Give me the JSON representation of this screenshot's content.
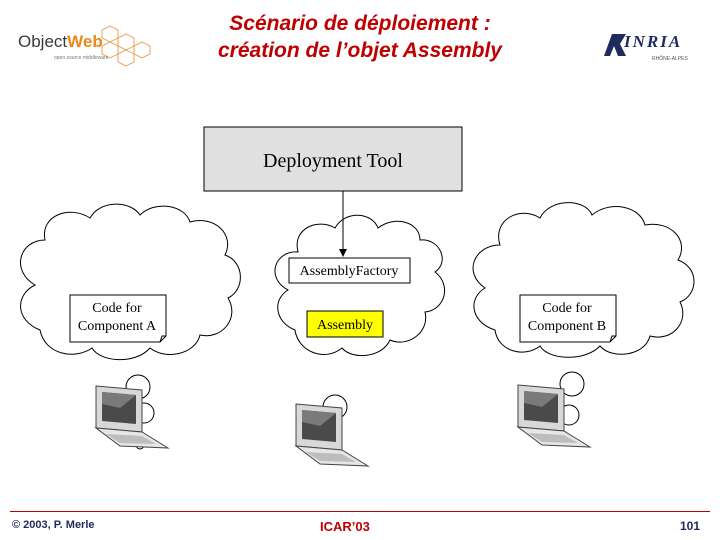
{
  "header": {
    "title_line1": "Scénario de déploiement :",
    "title_line2": "création de l’objet Assembly",
    "logo_left": {
      "prefix": "Object",
      "suffix": "Web",
      "tagline": "open source middleware"
    },
    "logo_right": {
      "name": "INRIA",
      "sub": "RHÔNE-ALPES"
    }
  },
  "diagram": {
    "deployment_tool": "Deployment Tool",
    "assembly_factory": "AssemblyFactory",
    "assembly": "Assembly",
    "code_a_line1": "Code for",
    "code_a_line2": "Component A",
    "code_b_line1": "Code for",
    "code_b_line2": "Component B"
  },
  "footer": {
    "left": "© 2003, P. Merle",
    "center": "ICAR’03",
    "right": "101"
  },
  "colors": {
    "title": "#c00000",
    "assembly_fill": "#ffff00",
    "tool_fill": "#e0e0e0",
    "footer_line": "#c00000",
    "footer_text": "#1f2a5e"
  }
}
